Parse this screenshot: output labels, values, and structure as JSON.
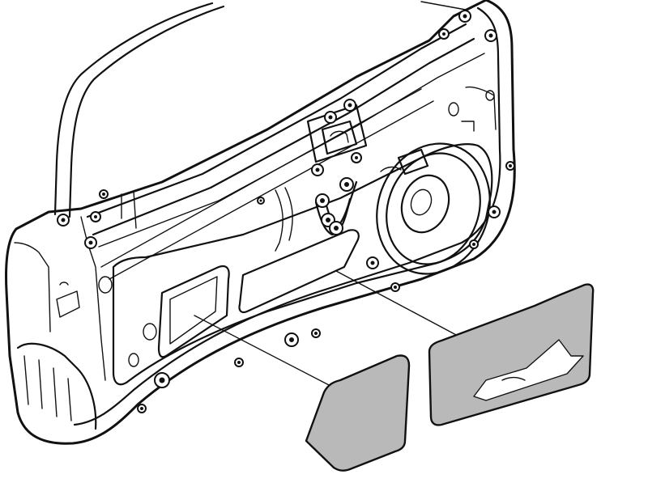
{
  "diagram": {
    "subject": "door-inner-panel-sound-deadening-pads",
    "colors": {
      "line": "#111111",
      "background": "#ffffff",
      "pad_fill": "#b9b9b9"
    },
    "parts": [
      {
        "name": "door-inner-panel"
      },
      {
        "name": "speaker"
      },
      {
        "name": "window-regulator"
      },
      {
        "name": "front-access-hole"
      },
      {
        "name": "rear-access-hole"
      },
      {
        "name": "front-sound-pad"
      },
      {
        "name": "rear-sound-pad"
      }
    ]
  }
}
